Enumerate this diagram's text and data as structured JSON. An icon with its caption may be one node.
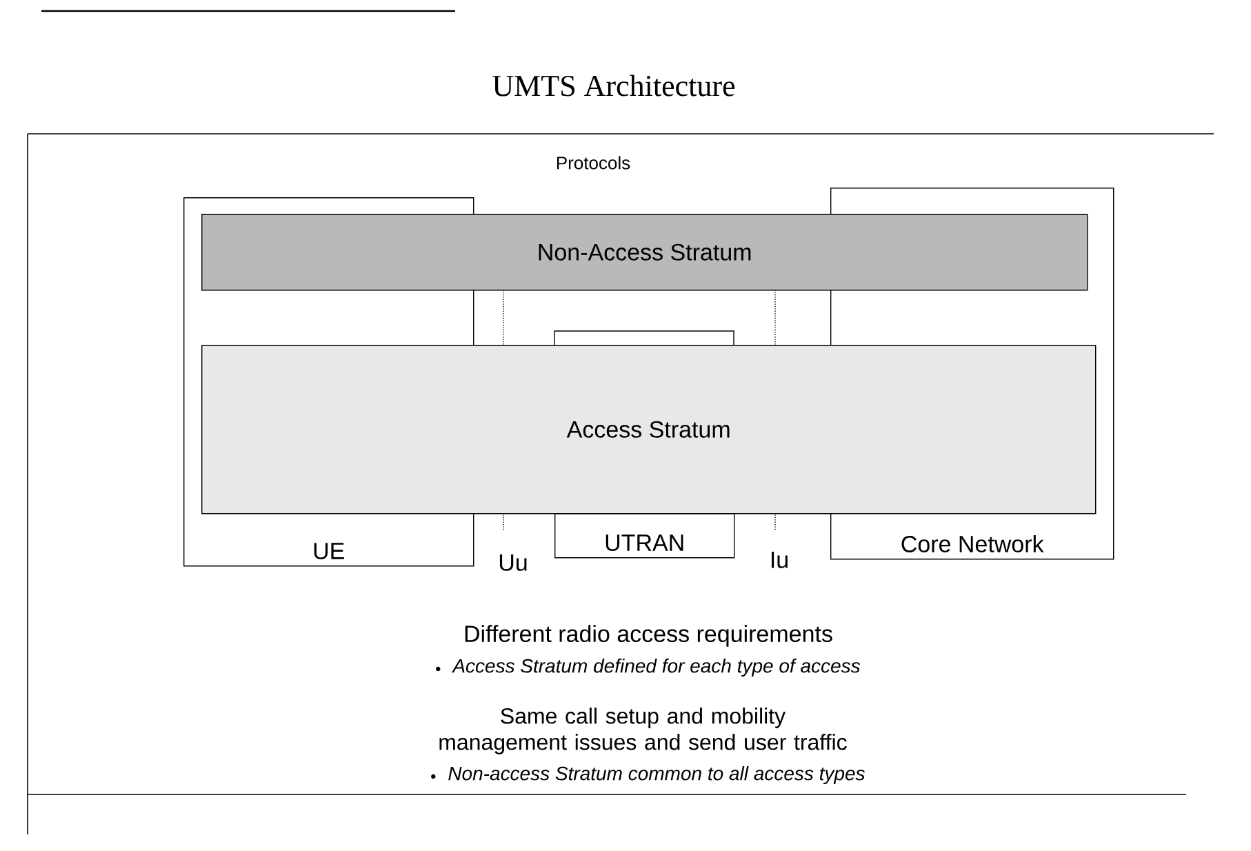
{
  "diagram": {
    "title": "UMTS Architecture",
    "nodes": [
      {
        "text": [
          "Non-Access Stratum"
        ]
      },
      {
        "text": [
          "Access Stratum"
        ]
      },
      {
        "text": [
          "UE"
        ]
      },
      {
        "text": [
          "UTRAN"
        ]
      },
      {
        "text": [
          "Core Network"
        ]
      }
    ],
    "labels": [
      "Protocols",
      "Uu",
      "Iu",
      "Different radio access requirements",
      "Access Stratum defined for each type of access",
      "Same call setup and mobility management issues and send user traffic",
      "Non-access Stratum common to all access types"
    ]
  }
}
